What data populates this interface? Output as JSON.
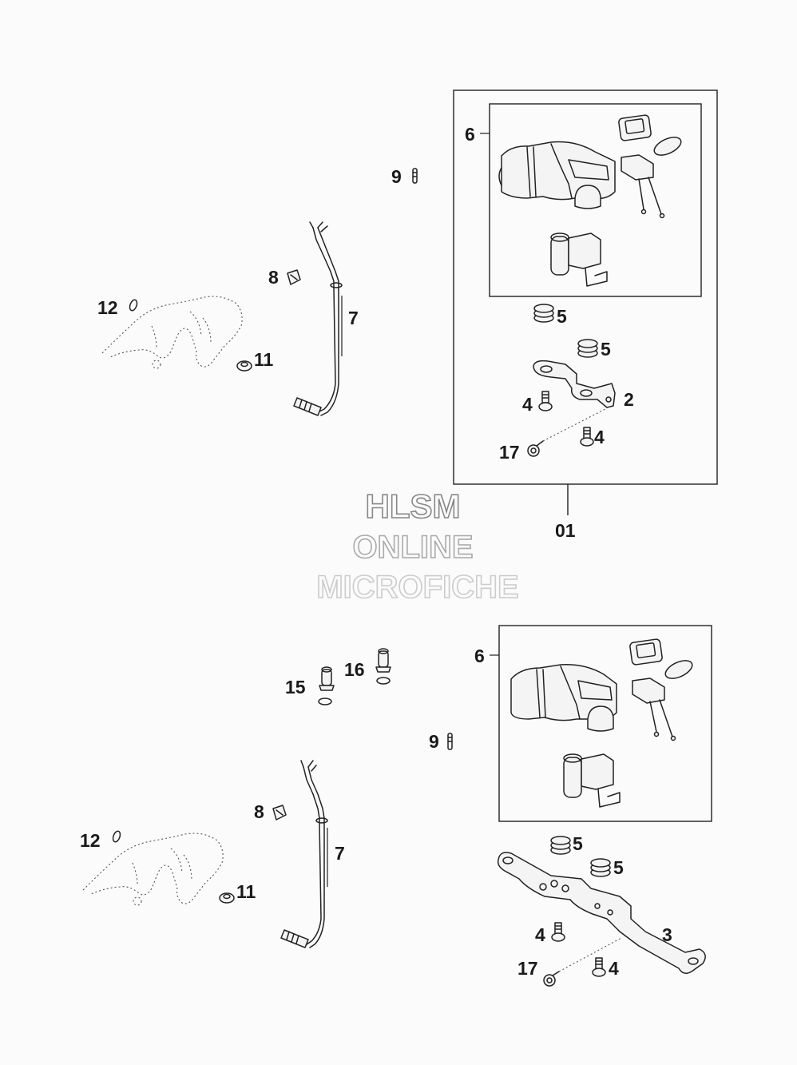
{
  "watermark": {
    "line1": "HLSM",
    "line2": "ONLINE",
    "line3": "MICROFICHE",
    "colors": [
      "#888888",
      "#aaaaaa",
      "#cccccc"
    ]
  },
  "top_assembly": {
    "callouts": {
      "l6": "6",
      "l9": "9",
      "l8": "8",
      "l7": "7",
      "l12": "12",
      "l11": "11",
      "l5a": "5",
      "l5b": "5",
      "l2": "2",
      "l4a": "4",
      "l4b": "4",
      "l17": "17",
      "l01": "01"
    }
  },
  "bottom_assembly": {
    "callouts": {
      "l6": "6",
      "l9": "9",
      "l8": "8",
      "l7": "7",
      "l12": "12",
      "l11": "11",
      "l15": "15",
      "l16": "16",
      "l5a": "5",
      "l5b": "5",
      "l3": "3",
      "l4a": "4",
      "l4b": "4",
      "l17": "17"
    }
  }
}
